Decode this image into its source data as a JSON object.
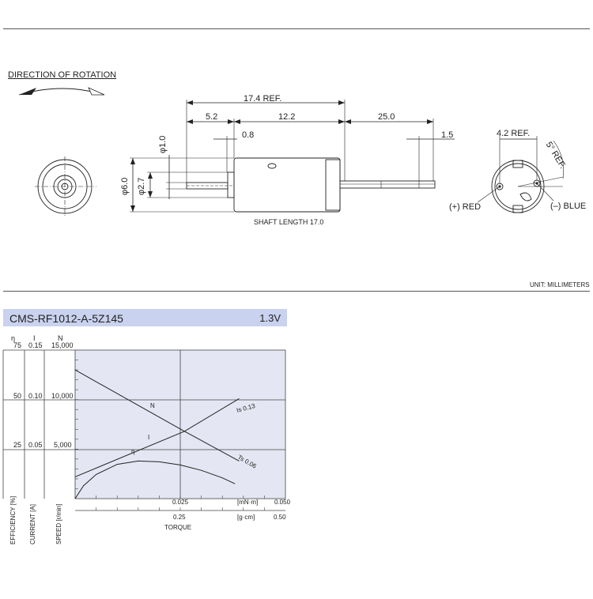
{
  "drawing": {
    "direction_label": "DIRECTION OF ROTATION",
    "dimensions": {
      "overall": "17.4 REF.",
      "shaft_out": "5.2",
      "body": "12.2",
      "lead": "25.0",
      "collar": "0.8",
      "lead_tip": "1.5",
      "shaft_dia": "φ1.0",
      "boss_dia": "φ2.7",
      "body_dia": "φ6.0",
      "terminal_pitch": "4.2 REF.",
      "angle": "5° REF."
    },
    "shaft_length": "SHAFT LENGTH  17.0",
    "lead_positive": "(+) RED",
    "lead_negative": "(–) BLUE",
    "unit": "UNIT: MILLIMETERS"
  },
  "model": {
    "name": "CMS-RF1012-A-5Z145",
    "voltage": "1.3V"
  },
  "axes": {
    "eta_symbol": "η",
    "i_symbol": "I",
    "n_symbol": "N",
    "efficiency_ticks": [
      "75",
      "50",
      "25"
    ],
    "current_ticks": [
      "0.15",
      "0.10",
      "0.05"
    ],
    "speed_ticks": [
      "15,000",
      "10,000",
      "5,000"
    ],
    "efficiency_title": "EFFICIENCY [%]",
    "current_title": "CURRENT [A]",
    "speed_title": "SPEED [r/min]",
    "torque_mnm_ticks": [
      "0.025",
      "0.050"
    ],
    "torque_mnm_unit": "[mN·m]",
    "torque_gcm_ticks": [
      "0.25",
      "0.50"
    ],
    "torque_gcm_unit": "[g·cm]",
    "torque_title": "TORQUE"
  },
  "chart_data": {
    "type": "line",
    "x_unit": "mN·m",
    "xlim": [
      0,
      0.05
    ],
    "y_left_eff_lim": [
      0,
      75
    ],
    "y_current_lim": [
      0,
      0.15
    ],
    "y_speed_lim": [
      0,
      15000
    ],
    "grid": true,
    "series": [
      {
        "name": "N",
        "axis": "speed",
        "x": [
          0,
          0.026,
          0.039
        ],
        "y": [
          13000,
          6800,
          3800
        ]
      },
      {
        "name": "I",
        "axis": "current",
        "x": [
          0,
          0.026,
          0.039
        ],
        "y": [
          0.022,
          0.068,
          0.101
        ]
      },
      {
        "name": "η",
        "axis": "efficiency",
        "x": [
          0,
          0.002,
          0.005,
          0.01,
          0.015,
          0.02,
          0.025,
          0.03,
          0.035,
          0.038
        ],
        "y": [
          0,
          6.5,
          12.2,
          17.3,
          19.0,
          18.6,
          17.0,
          14.3,
          10.5,
          7.5
        ]
      }
    ],
    "annotations": [
      "Is 0.13",
      "Ts 0.06"
    ]
  }
}
